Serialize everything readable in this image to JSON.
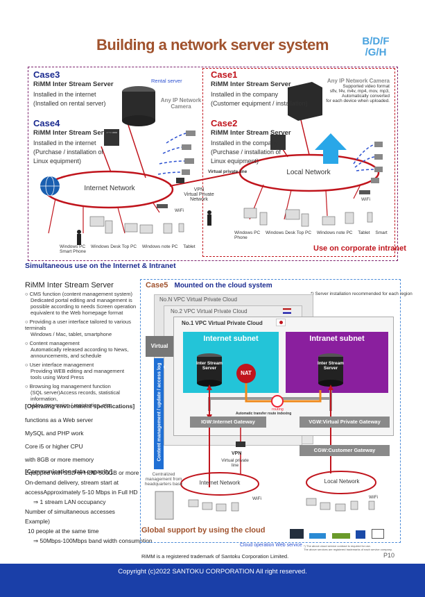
{
  "title": "Building a network server system",
  "product_codes": [
    "B/D/F",
    "/G/H"
  ],
  "top_section": {
    "case3": {
      "label": "Case3",
      "product": "RiMM Inter Stream Server",
      "lines": [
        "Installed in the internet",
        "(Installed on rental server)"
      ],
      "rental": "Rental server"
    },
    "case4": {
      "label": "Case4",
      "product": "RiMM Inter Stream Server",
      "lines": [
        "Installed in the internet",
        "(Purchase / installation of",
        "Linux equipment)"
      ]
    },
    "case1": {
      "label": "Case1",
      "product": "RiMM Inter Stream Server",
      "lines": [
        "Installed in the company",
        "(Customer equipment / installation)"
      ]
    },
    "case2": {
      "label": "Case2",
      "product": "RiMM Inter Stream Server",
      "lines": [
        "Installed in the company",
        "(Purchase / installation of",
        "Linux equipment)"
      ]
    },
    "camera_left": "Any IP Network Camera",
    "camera_right": {
      "title": "Any IP Network Camera",
      "lines": [
        "Supported video format",
        "sflv, f4v, m4v, mp4, mov, mp3,",
        "Automatically converted",
        "for each device when uploaded."
      ]
    },
    "internet_network": "Internet Network",
    "local_network": "Local Network",
    "virtual_private_line": "Virtual private line",
    "vpn": [
      "VPN",
      "Virtual Private Network"
    ],
    "wifi": "WiFi",
    "devices_left": [
      "Windows PC",
      "Windows Desk Top PC",
      "Windows note PC",
      "Tablet",
      "Smart Phone"
    ],
    "devices_right": [
      "Windows PC",
      "Windows Desk Top PC",
      "Windows note PC",
      "Tablet",
      "Smart Phone"
    ],
    "corporate": "Use on corporate intranet",
    "simultaneous": "Simultaneous use on the Internet & Intranet"
  },
  "left_panel": {
    "heading": "RiMM Inter Stream Server",
    "features": [
      {
        "title": "CMS function (content management system)",
        "desc": [
          "Dedicated portal editing and management is",
          "possible according to needs Screen operation",
          "equivalent to the Web homepage format"
        ]
      },
      {
        "title": "Providing a user interface tailored to various terminals",
        "desc": [
          "Windows / Mac, tablet, smartphone"
        ]
      },
      {
        "title": "Content management",
        "desc": [
          "Automatically released according to News,",
          "announcements, and schedule"
        ]
      },
      {
        "title": "User interface management",
        "desc": [
          "Providing WEB editing and management",
          "tools using Word Press"
        ]
      },
      {
        "title": "Browsing log management function",
        "desc": [
          "(SQL server)Access records, statistical information,",
          "video conversion / registration, etc."
        ]
      }
    ],
    "env_title": "[Operating environment specifications]",
    "env_lines": [
      "functions as a Web server",
      "MySQL and PHP work",
      "Core i5 or higher CPU",
      "with 8GB or more memory",
      "Equipped with SSD or HDD 500GB or more"
    ],
    "cap_title": "[Communication data capacity]",
    "cap_lines": [
      "On-demand delivery, stream start at",
      "accessApproximately 5-10 Mbps in Full HD",
      "⇒ 1 stream LAN occupancy",
      "Number of simultaneous accesses",
      "Example)",
      "10 people at the same time",
      "⇒  50Mbps-100Mbps band width consumption"
    ]
  },
  "cloud": {
    "case5": "Case5",
    "case5_title": "Mounted on the cloud system",
    "note": "*) Server installation recommended for each region",
    "vpc3": "No.N VPC Virtual Private Cloud",
    "vpc2": "No.2 VPC Virtual Private Cloud",
    "vpc1": "No.1 VPC Virtual Private Cloud",
    "virtual_disk": "Virtual Disk",
    "vertical_label": "Content management / update / access log",
    "internet_subnet": "Internet subnet",
    "intranet_subnet": "Intranet subnet",
    "server_left": [
      "Inter Stream",
      "Server"
    ],
    "server_right": [
      "Inter Stream",
      "Server"
    ],
    "nat": "NAT",
    "routing": "routing",
    "auto_transfer": "Automatic transfer route indexing",
    "igw": "IGW:Internet Gateway",
    "vgw": "VGW:Virtual Private Gateway",
    "cgw": "CGW:Customer Gateway",
    "vpn": "VPN",
    "vpl": [
      "Virtual private",
      "line"
    ],
    "centralized": [
      "Centralized",
      "management from",
      "headquarters base"
    ],
    "internet_network": "Internet Network",
    "local_network": "Local Network",
    "wifi": "WiFi",
    "global": "Global support by using the cloud",
    "cloud_op": "Cloud operation Web service",
    "fine": [
      "*) The above cloud service contract is required for use.",
      "The above services are registered trademarks of each service company."
    ]
  },
  "trademark": "RiMM is a registered trademark of Santoku Corporation Limited.",
  "page_number": "P10",
  "copyright": "Copyright (c)2022 SANTOKU CORPORATION All right reserved.",
  "colors": {
    "title": "#a0522d",
    "accent_blue": "#1a2a8f",
    "accent_red": "#c0141c",
    "network_red": "#c0141c",
    "internet_subnet": "#23c4d8",
    "intranet_subnet": "#8a1f9e",
    "gateway": "#8a8a8a",
    "footer": "#1a3fa8"
  }
}
